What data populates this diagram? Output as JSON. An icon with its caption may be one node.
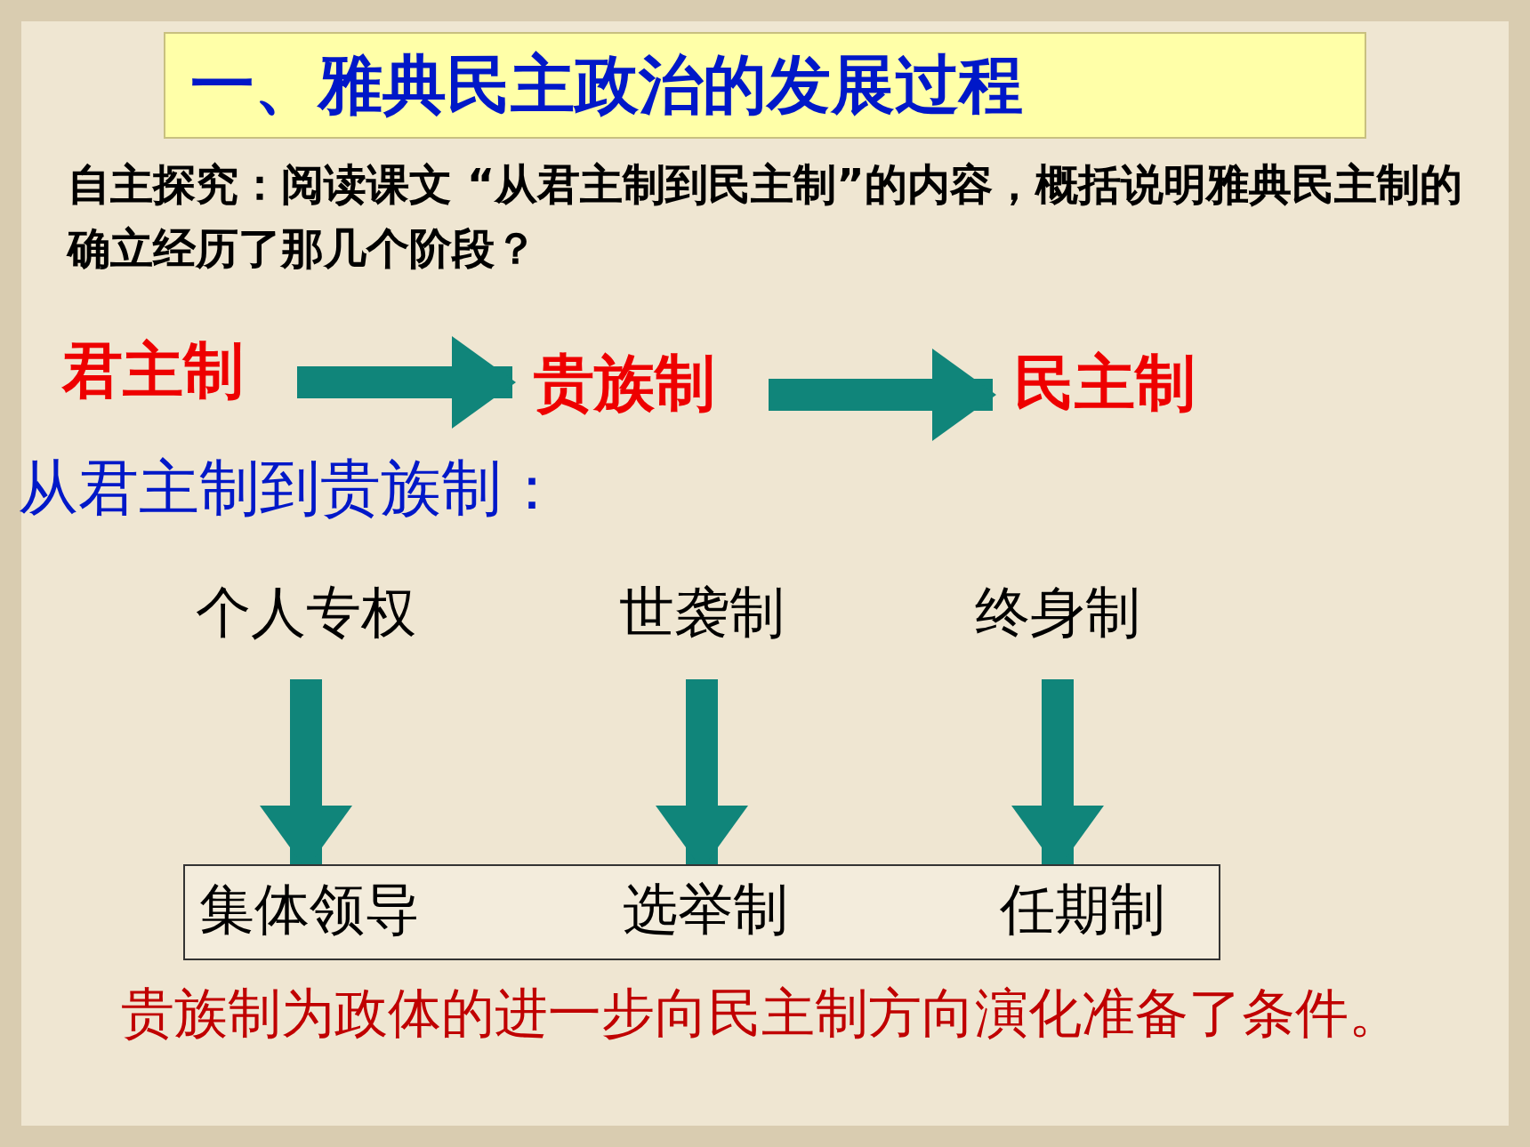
{
  "diagram": {
    "title": "一、雅典民主政治的发展过程",
    "nodes": [
      {
        "text": [
          "君主制"
        ]
      },
      {
        "text": [
          "贵族制"
        ]
      },
      {
        "text": [
          "民主制"
        ]
      },
      {
        "text": [
          "个人专权"
        ]
      },
      {
        "text": [
          "世袭制"
        ]
      },
      {
        "text": [
          "终身制"
        ]
      },
      {
        "text": [],
        "shape": "box"
      },
      {
        "text": [
          "集体领导"
        ],
        "in": 6
      },
      {
        "text": [
          "选举制"
        ],
        "in": 6
      },
      {
        "text": [
          "任期制"
        ],
        "in": 6
      }
    ],
    "edges": [
      {
        "from": 0,
        "to": 1,
        "arrow": "to"
      },
      {
        "from": 1,
        "to": 2,
        "arrow": "to"
      },
      {
        "from": 3,
        "to": 7,
        "arrow": "to"
      },
      {
        "from": 4,
        "to": 8,
        "arrow": "to"
      },
      {
        "from": 5,
        "to": 9,
        "arrow": "to"
      }
    ],
    "labels": [
      "自主探究：阅读课文 “从君主制到民主制”的内容，概括说明雅典民主制的确立经历了那几个阶段？",
      "从君主制到贵族制：",
      "贵族制为政体的进一步向民主制方向演化准备了条件。"
    ]
  }
}
